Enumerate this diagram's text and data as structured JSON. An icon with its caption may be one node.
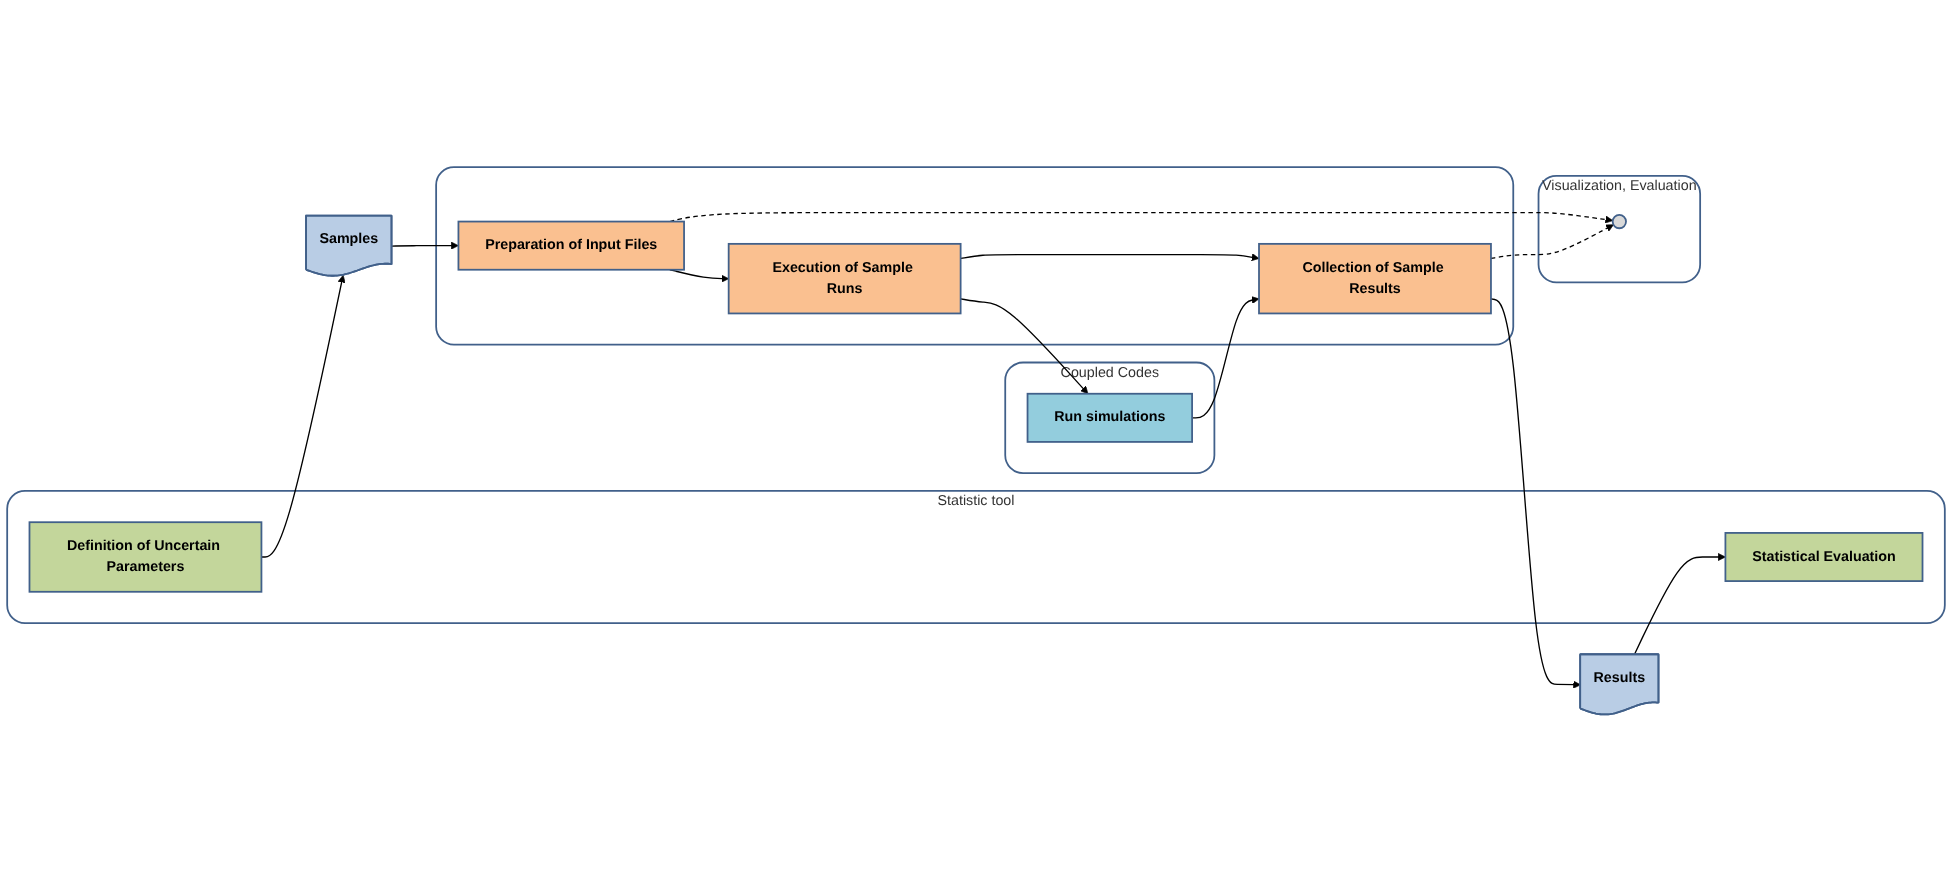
{
  "diagram": {
    "nodes": [
      {
        "text": [
          "Statistic tool"
        ]
      },
      {
        "text": [
          "Definition of Uncertain Parameters"
        ],
        "in": 0
      },
      {
        "text": [
          "Statistical Evaluation"
        ],
        "in": 0
      },
      {
        "text": [
          "Samples"
        ]
      },
      {
        "text": [
          "Results"
        ]
      },
      {
        "text": [],
        "shape": "box"
      },
      {
        "text": [
          "Preparation of Input Files"
        ],
        "in": 5
      },
      {
        "text": [
          "Execution of Sample Runs"
        ],
        "in": 5
      },
      {
        "text": [
          "Collection of Sample Results"
        ],
        "in": 5
      },
      {
        "text": [
          "Coupled Codes"
        ]
      },
      {
        "text": [
          "Run simulations"
        ],
        "in": 9
      },
      {
        "text": [
          "Visualization, Evaluation"
        ]
      },
      {
        "text": [],
        "shape": "circle",
        "in": 11
      }
    ],
    "edges": [
      {
        "from": 1,
        "to": 3,
        "arrow": "to"
      },
      {
        "from": 3,
        "to": 6,
        "arrow": "to"
      },
      {
        "from": 6,
        "to": 7,
        "arrow": "to"
      },
      {
        "from": 7,
        "to": 10,
        "arrow": "to"
      },
      {
        "from": 7,
        "to": 8,
        "arrow": "to"
      },
      {
        "from": 10,
        "to": 8,
        "arrow": "to"
      },
      {
        "from": 8,
        "to": 4,
        "arrow": "to"
      },
      {
        "from": 4,
        "to": 2,
        "arrow": "to"
      },
      {
        "from": 6,
        "to": 12,
        "arrow": "to",
        "style": "dashed"
      },
      {
        "from": 8,
        "to": 12,
        "arrow": "to",
        "style": "dashed"
      }
    ]
  }
}
